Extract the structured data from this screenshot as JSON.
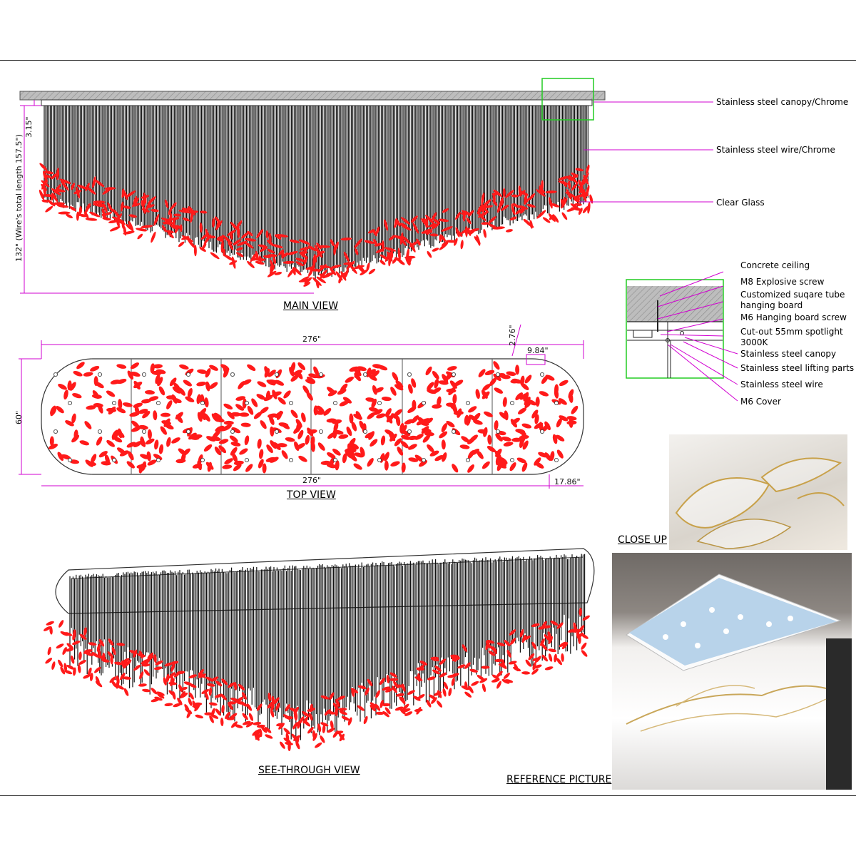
{
  "views": {
    "main": "MAIN VIEW",
    "top": "TOP VIEW",
    "see_through": "SEE-THROUGH VIEW",
    "close_up": "CLOSE UP",
    "reference": "REFERENCE PICTURE"
  },
  "callouts": {
    "canopy": "Stainless steel canopy/Chrome",
    "wire": "Stainless steel wire/Chrome",
    "glass": "Clear Glass"
  },
  "detail": {
    "concrete": "Concrete ceiling",
    "m8": "M8 Explosive screw",
    "tube_1": "Customized suqare tube",
    "tube_2": "hanging board",
    "m6_screw": "M6 Hanging board screw",
    "spot_1": "Cut-out 55mm spotlight",
    "spot_2": "3000K",
    "canopy": "Stainless steel canopy",
    "lifting": "Stainless steel lifting parts",
    "wire": "Stainless steel wire",
    "cover": "M6 Cover"
  },
  "dims": {
    "height": "132\" (Wire's total length 157.5\")",
    "canopy_gap": "3.15\"",
    "width_top": "276\"",
    "width_bottom": "276\"",
    "depth": "60\"",
    "spacing_a": "2.76\"",
    "spacing_b": "9.84\"",
    "end": "17.86\""
  },
  "colors": {
    "leaf": "#ff1a1a",
    "wire": "#111111",
    "leader": "#d100d1",
    "highlight": "#22cc22",
    "canopy": "#a8a8a8"
  }
}
